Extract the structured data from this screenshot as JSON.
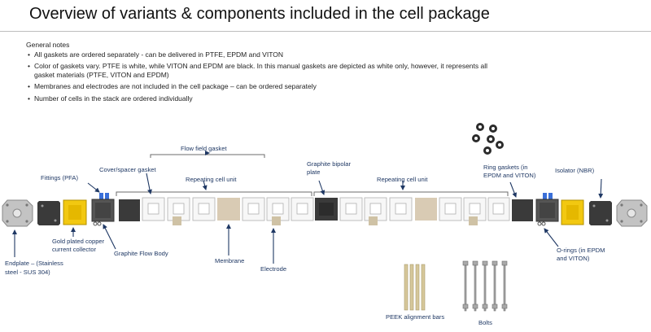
{
  "title": "Overview of variants & components included in the cell package",
  "general_notes": {
    "heading": "General notes",
    "items": [
      "All gaskets are ordered separately - can be delivered in PTFE, EPDM and VITON",
      "Color of gaskets vary. PTFE is white, while VITON and EPDM are black. In this manual gaskets are depicted as white only, however, it represents all gasket materials (PTFE, VITON and EPDM)",
      "Membranes and electrodes are not included in the cell package – can be ordered separately",
      "Number of cells in the stack are ordered individually"
    ]
  },
  "labels": {
    "flow_field_gasket": "Flow field gasket",
    "cover_spacer_gasket": "Cover/spacer gasket",
    "fittings": "Fittings (PFA)",
    "repeating_cell_unit_1": "Repeating cell unit",
    "graphite_bipolar_plate_line1": "Graphite bipolar",
    "graphite_bipolar_plate_line2": "plate",
    "repeating_cell_unit_2": "Repeating cell unit",
    "ring_gaskets_line1": "Ring gaskets (in",
    "ring_gaskets_line2": "EPDM and VITON)",
    "isolator": "Isolator (NBR)",
    "gold_plated_line1": "Gold plated copper",
    "gold_plated_line2": "current collector",
    "graphite_flow_body": "Graphite Flow Body",
    "endplate_line1": "Endplate – (Stainless",
    "endplate_line2": "steel - SUS 304)",
    "membrane": "Membrane",
    "electrode": "Electrode",
    "o_rings_line1": "O-rings (in EPDM",
    "o_rings_line2": "and VITON)",
    "peek_bars": "PEEK alignment bars",
    "bolts": "Bolts"
  },
  "colors": {
    "label_text": "#1f3864",
    "arrow": "#1f3864",
    "endplate": "#bfbfbf",
    "black_part": "#3a3a3a",
    "gold_collector": "#f2c811",
    "gasket": "#f7f7f7",
    "membrane": "#d9cbb4",
    "electrode": "#cfc2a5",
    "peek_bar": "#d6c79a",
    "bolt": "#a9a9a9",
    "fitting": "#3a6fd8"
  }
}
